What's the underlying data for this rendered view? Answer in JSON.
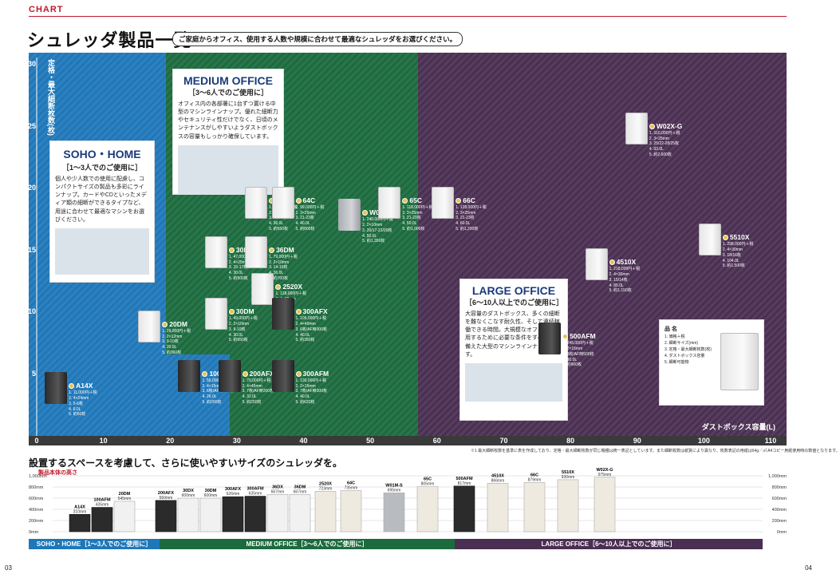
{
  "header": {
    "tag": "CHART",
    "title": "シュレッダ製品一覧",
    "subtitle": "ご家庭からオフィス、使用する人数や規模に合わせて最適なシュレッダをお選びください。"
  },
  "colors": {
    "soho": "#1f77b9",
    "medium": "#1c6b3e",
    "large": "#4a2f52",
    "accent": "#c0182c"
  },
  "panels": {
    "soho": {
      "title": "SOHO・HOME",
      "sub": "［1〜3人でのご使用に］",
      "desc": "個人や少人数での使用に配慮し、コンパクトサイズの製品も多彩にラインナップ。カードやCDといったメディア類の細断ができるタイプなど、用途に合わせて最適なマシンをお選びください。"
    },
    "medium": {
      "title": "MEDIUM OFFICE",
      "sub": "［3〜6人でのご使用に］",
      "desc": "オフィス内の各部署に1台ずつ置ける中型のマシンラインナップ。優れた細断力やセキュリティ性だけでなく、日頃のメンテナンスがしやすいようダストボックスの容量もしっかり確保しています。"
    },
    "large": {
      "title": "LARGE OFFICE",
      "sub": "［6〜10人以上でのご使用に］",
      "desc": "大容量のダストボックス、多くの細断を難なくこなす耐久性、そして連続稼働できる時間。大規模なオフィスで使用するために必要な条件をすべて兼ね備えた大型のマシンラインナップです。"
    }
  },
  "legend": {
    "title": "品 名",
    "items": [
      "1. 価格＋税",
      "2. 細断サイズ(mm)",
      "3. 定格・最大細断枚数(枚)",
      "4. ダストボックス容量",
      "5. 細断可能物"
    ]
  },
  "chart_data": {
    "type": "scatter",
    "ylabel": "定格・最大細断枚数(枚)",
    "xlabel": "ダストボックス容量(L)",
    "xlim": [
      0,
      110
    ],
    "ylim": [
      0,
      30
    ],
    "xticks": [
      "0",
      "10",
      "20",
      "30",
      "40",
      "50",
      "60",
      "70",
      "80",
      "90",
      "100",
      "110"
    ],
    "yticks": [
      "5",
      "10",
      "15",
      "20",
      "25",
      "30"
    ],
    "points": [
      {
        "name": "A14X",
        "x": 6,
        "y": 4,
        "specs": [
          "1. 11,000円＋税",
          "2. 4×24mm",
          "3. 5-6枚",
          "4. 6.0L",
          "5. 約60枚"
        ]
      },
      {
        "name": "20DM",
        "x": 20,
        "y": 9,
        "specs": [
          "1. 29,000円＋税",
          "2. 2×12mm",
          "3. 9-10枚",
          "4. 20.0L",
          "5. 約360枚"
        ]
      },
      {
        "name": "100AFM",
        "x": 26,
        "y": 5,
        "specs": [
          "1. 55,000円＋税",
          "2. 4×15mm",
          "3. 6枚/AF時100枚",
          "4. 26.0L",
          "5. 約200枚"
        ]
      },
      {
        "name": "30DX",
        "x": 30,
        "y": 15,
        "specs": [
          "1. 47,000円＋税",
          "2. 4×25mm",
          "3. 15-17枚",
          "4. 30.0L",
          "5. 約500枚"
        ]
      },
      {
        "name": "30DM",
        "x": 30,
        "y": 10,
        "specs": [
          "1. 49,000円＋税",
          "2. 2×10mm",
          "3. 9-10枚",
          "4. 30.0L",
          "5. 約650枚"
        ]
      },
      {
        "name": "200AFX",
        "x": 32,
        "y": 5,
        "specs": [
          "1. 70,000円＋税",
          "2. 4×45mm",
          "3. 7枚/AF時200枚",
          "4. 32.0L",
          "5. 約250枚"
        ]
      },
      {
        "name": "36DX",
        "x": 36,
        "y": 19,
        "specs": [
          "1. 75,000円＋税",
          "2. 4×25mm",
          "3. 20-21枚",
          "4. 36.0L",
          "5. 約650枚"
        ]
      },
      {
        "name": "36DM",
        "x": 36,
        "y": 15,
        "specs": [
          "1. 79,000円＋税",
          "2. 2×10mm",
          "3. 14-15枚",
          "4. 36.0L",
          "5. 約700枚"
        ]
      },
      {
        "name": "2520X",
        "x": 37,
        "y": 12,
        "specs": [
          "1. 138,000円＋税",
          "2. 4×30mm",
          "3. 13-12枚",
          "4. 37.0L",
          "5. 約390枚"
        ]
      },
      {
        "name": "300AFX",
        "x": 40,
        "y": 10,
        "specs": [
          "1. 105,000円＋税",
          "2. 4×40mm",
          "3. 6枚/AF時300枚",
          "4. 40.0L",
          "5. 約350枚"
        ]
      },
      {
        "name": "300AFM",
        "x": 40,
        "y": 5,
        "specs": [
          "1. 130,000円＋税",
          "2. 2×15mm",
          "3. 7枚/AF時300枚",
          "4. 40.0L",
          "5. 約620枚"
        ]
      },
      {
        "name": "64C",
        "x": 40,
        "y": 19,
        "specs": [
          "1. 99,000円＋税",
          "2. 3×25mm",
          "3. 21-23枚",
          "4. 40.0L",
          "5. 約800枚"
        ]
      },
      {
        "name": "W01M-S",
        "x": 50,
        "y": 18,
        "specs": [
          "1. 240,000円＋税",
          "2. 2×10mm",
          "3. 20/17-22/20枚",
          "4. 50.0L",
          "5. 約1,350枚"
        ]
      },
      {
        "name": "65C",
        "x": 56,
        "y": 19,
        "specs": [
          "1. 118,000円＋税",
          "2. 3×25mm",
          "3. 21-23枚",
          "4. 50.0L",
          "5. 約1,000枚"
        ]
      },
      {
        "name": "66C",
        "x": 64,
        "y": 19,
        "specs": [
          "1. 128,000円＋税",
          "2. 3×25mm",
          "3. 21-23枚",
          "4. 60.0L",
          "5. 約1,200枚"
        ]
      },
      {
        "name": "500AFM",
        "x": 80,
        "y": 8,
        "specs": [
          "1. 245,000円＋税",
          "2. 2×15mm",
          "3. 9枚/AF時500枚",
          "4. 80.0L",
          "5. 約900枚"
        ]
      },
      {
        "name": "4510X",
        "x": 87,
        "y": 14,
        "specs": [
          "1. 218,000円＋税",
          "2. 4×30mm",
          "3. 15/14枚",
          "4. 85.0L",
          "5. 約1,150枚"
        ]
      },
      {
        "name": "W02X-G",
        "x": 93,
        "y": 25,
        "specs": [
          "1. 310,000円＋税",
          "2. 3×25mm",
          "3. 25/22-28/25枚",
          "4. 93.0L",
          "5. 約2,600枚"
        ]
      },
      {
        "name": "5510X",
        "x": 104,
        "y": 16,
        "specs": [
          "1. 298,000円＋税",
          "2. 4×30mm",
          "3. 18/16枚",
          "4. 104.0L",
          "5. 約1,500枚"
        ]
      }
    ]
  },
  "note": "※1 最大細断枚数を基準に表を作成しており、定格・最大細断枚数が同じ機種は統一表記としています。また細断枚数は紙質により異なり、枚数表記の用紙は64g／㎡ A4コピー用紙使用時の数値となります。",
  "heights_section": {
    "heading": "設置するスペースを考慮して、さらに使いやすいサイズのシュレッダを。",
    "label": "製品本体の高さ",
    "ticks": [
      "0mm",
      "200mm",
      "400mm",
      "600mm",
      "800mm",
      "1,000mm"
    ],
    "models": [
      {
        "name": "A14X",
        "h": "310mm",
        "mm": 310,
        "color": "k"
      },
      {
        "name": "100AFM",
        "h": "435mm",
        "mm": 435,
        "color": "k"
      },
      {
        "name": "20DM",
        "h": "545mm",
        "mm": 545,
        "color": "w"
      },
      {
        "name": "200AFX",
        "h": "560mm",
        "mm": 560,
        "color": "k"
      },
      {
        "name": "30DX",
        "h": "600mm",
        "mm": 600,
        "color": "w"
      },
      {
        "name": "30DM",
        "h": "600mm",
        "mm": 600,
        "color": "w"
      },
      {
        "name": "300AFX",
        "h": "626mm",
        "mm": 626,
        "color": "k"
      },
      {
        "name": "300AFM",
        "h": "635mm",
        "mm": 635,
        "color": "k"
      },
      {
        "name": "36DX",
        "h": "667mm",
        "mm": 667,
        "color": "w"
      },
      {
        "name": "36DM",
        "h": "667mm",
        "mm": 667,
        "color": "w"
      },
      {
        "name": "2520X",
        "h": "723mm",
        "mm": 723,
        "color": "c"
      },
      {
        "name": "64C",
        "h": "735mm",
        "mm": 735,
        "color": "c"
      },
      {
        "name": "W01M-S",
        "h": "695mm",
        "mm": 695,
        "color": "g"
      },
      {
        "name": "65C",
        "h": "805mm",
        "mm": 805,
        "color": "c"
      },
      {
        "name": "500AFM",
        "h": "817mm",
        "mm": 817,
        "color": "k"
      },
      {
        "name": "4510X",
        "h": "866mm",
        "mm": 866,
        "color": "c"
      },
      {
        "name": "66C",
        "h": "879mm",
        "mm": 879,
        "color": "c"
      },
      {
        "name": "5510X",
        "h": "930mm",
        "mm": 930,
        "color": "c"
      },
      {
        "name": "W02X-G",
        "h": "975mm",
        "mm": 975,
        "color": "c"
      }
    ],
    "bands": [
      "SOHO・HOME［1〜3人でのご使用に］",
      "MEDIUM OFFICE［3〜6人でのご使用に］",
      "LARGE OFFICE［6〜10人以上でのご使用に］"
    ]
  },
  "pages": {
    "left": "03",
    "right": "04"
  }
}
